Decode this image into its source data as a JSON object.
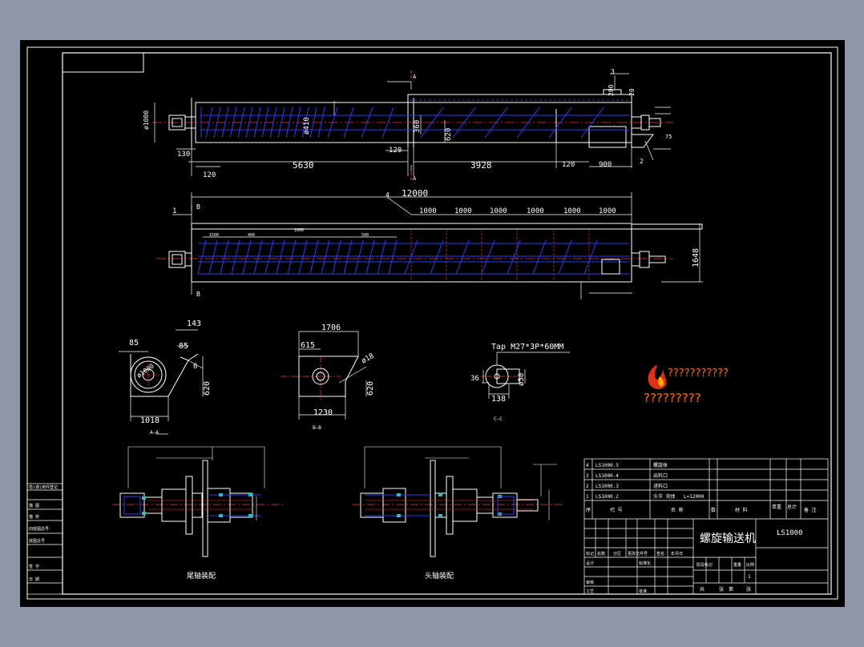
{
  "drawing": {
    "title": "螺旋输送机",
    "drawing_no": "LS1000"
  },
  "top_view": {
    "section_mark_a": "A",
    "dims": {
      "dia_outer": "ø1000",
      "d130": "130",
      "d120_left": "120",
      "d5630": "5630",
      "d120_mid": "120",
      "d3928": "3928",
      "d120_right": "120",
      "d900": "900",
      "d360": "360",
      "d620": "620",
      "dia410": "ø410",
      "d200": "200",
      "d20": "20",
      "d75": "75"
    },
    "balloons": {
      "b3": "3",
      "b2": "2"
    }
  },
  "front_view": {
    "section_mark_b": "B",
    "balloon_1": "1",
    "balloon_4": "4",
    "overall": "12000",
    "spans": [
      "1000",
      "1000",
      "1000",
      "1000",
      "1000",
      "1000"
    ],
    "height": "1648",
    "pitch_labels": [
      "1500",
      "400",
      "1000",
      "500"
    ]
  },
  "section_a": {
    "d143": "143",
    "d85_left": "85",
    "d85_top": "85",
    "d6": "6",
    "d620": "620",
    "d1018": "1018",
    "dia": "ø1000",
    "label": "A—A"
  },
  "section_b": {
    "d1706": "1706",
    "d615": "615",
    "dia18": "ø18",
    "d620": "620",
    "d1230": "1230",
    "label": "B—B"
  },
  "section_c": {
    "tap": "Tap M27*3P*60MM",
    "d36": "36",
    "dia50": "ø50",
    "d138": "138",
    "label": "C—C"
  },
  "watermark": {
    "line1": "???????????",
    "line2": "?????????"
  },
  "left_detail": {
    "caption": "尾轴装配"
  },
  "right_detail": {
    "caption": "头轴装配"
  },
  "title_block": {
    "rows": [
      {
        "no": "4",
        "code": "LS1000.5",
        "name": "螺旋体"
      },
      {
        "no": "3",
        "code": "LS1000.4",
        "name": "出料口"
      },
      {
        "no": "2",
        "code": "LS1000.3",
        "name": "进料口"
      },
      {
        "no": "1",
        "code": "LS1000.2",
        "name": "头节 壳体",
        "extra": "L=12000"
      }
    ],
    "header": [
      "序",
      "代 号",
      "名 称",
      "数",
      "材 料",
      "单重",
      "总计",
      "备 注"
    ],
    "sign_row": [
      "标记",
      "处数",
      "分区",
      "更改文件号",
      "签名",
      "年月日"
    ],
    "roles": [
      "设计",
      "审核",
      "工艺"
    ],
    "std": "标准化",
    "approve": "批准",
    "stage": [
      "阶段标记",
      "重量",
      "比例"
    ],
    "sheet_info": [
      "共",
      "张",
      "第",
      "张"
    ],
    "scale": "1"
  },
  "left_strip": {
    "items": [
      "借(通)用件登记",
      "描 图",
      "描 校",
      "旧底图总号",
      "底图总号",
      "签 字",
      "日 期"
    ]
  }
}
